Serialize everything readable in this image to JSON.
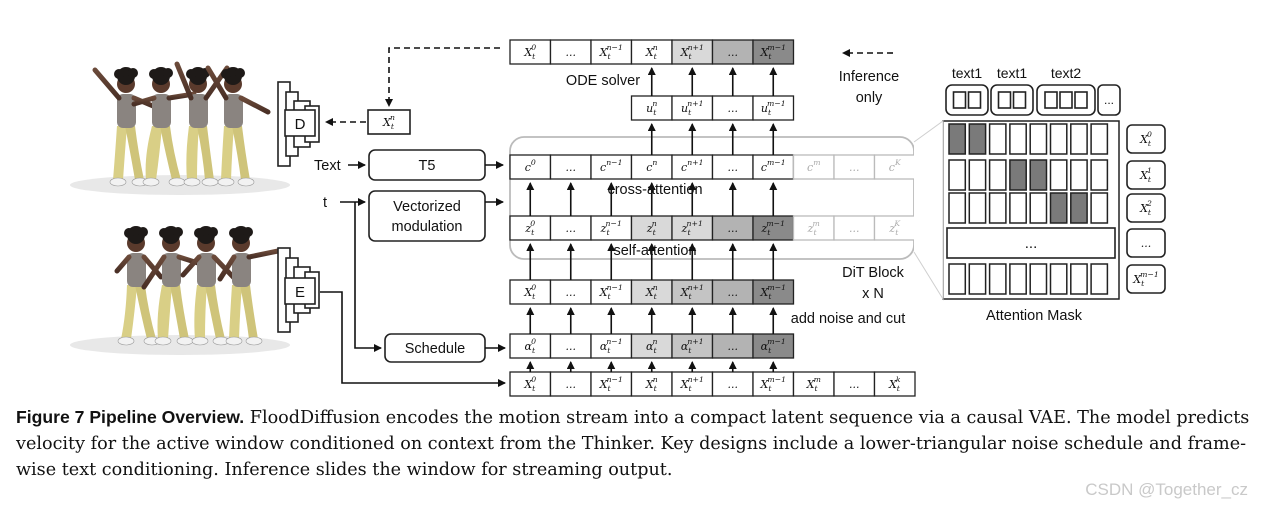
{
  "diagram": {
    "ode_solver": "ODE solver",
    "inference_only": [
      "Inference",
      "only"
    ],
    "decoder": "D",
    "encoder": "E",
    "text_input": "Text",
    "t_input": "t",
    "t5": "T5",
    "vectorized_modulation": [
      "Vectorized",
      "modulation"
    ],
    "schedule": "Schedule",
    "cross_attention": "cross-attention",
    "self_attention": "self-attention",
    "dit_block": [
      "DiT Block",
      "x N"
    ],
    "add_noise": "add noise and cut",
    "attention_mask": "Attention Mask",
    "text_labels": [
      "text1",
      "text1",
      "text2"
    ],
    "ellipsis": "...",
    "decoded_frame": {
      "base": "X",
      "sub": "t",
      "sup": "n"
    },
    "rows": {
      "output": [
        {
          "base": "X",
          "sub": "t",
          "sup": "0",
          "shade": "none"
        },
        {
          "base": "...",
          "shade": "none"
        },
        {
          "base": "X",
          "sub": "t",
          "sup": "n−1",
          "shade": "none"
        },
        {
          "base": "X",
          "sub": "t",
          "sup": "n",
          "shade": "none"
        },
        {
          "base": "X",
          "sub": "t",
          "sup": "n+1",
          "shade": "light"
        },
        {
          "base": "...",
          "shade": "mid"
        },
        {
          "base": "X",
          "sub": "t",
          "sup": "m−1",
          "shade": "dark"
        }
      ],
      "velocity": [
        {
          "base": "u",
          "sub": "t",
          "sup": "n",
          "shade": "none"
        },
        {
          "base": "u",
          "sub": "t",
          "sup": "n+1",
          "shade": "none"
        },
        {
          "base": "...",
          "shade": "none"
        },
        {
          "base": "u",
          "sub": "t",
          "sup": "m−1",
          "shade": "none"
        }
      ],
      "context": [
        {
          "base": "c",
          "sup": "0",
          "shade": "none"
        },
        {
          "base": "...",
          "shade": "none"
        },
        {
          "base": "c",
          "sup": "n−1",
          "shade": "none"
        },
        {
          "base": "c",
          "sup": "n",
          "shade": "none"
        },
        {
          "base": "c",
          "sup": "n+1",
          "shade": "none"
        },
        {
          "base": "...",
          "shade": "none"
        },
        {
          "base": "c",
          "sup": "m−1",
          "shade": "none"
        },
        {
          "base": "c",
          "sup": "m",
          "shade": "faded"
        },
        {
          "base": "...",
          "shade": "faded"
        },
        {
          "base": "c",
          "sup": "K",
          "shade": "faded"
        }
      ],
      "latent": [
        {
          "base": "z",
          "sub": "t",
          "sup": "0",
          "shade": "none"
        },
        {
          "base": "...",
          "shade": "none"
        },
        {
          "base": "z",
          "sub": "t",
          "sup": "n−1",
          "shade": "none"
        },
        {
          "base": "z",
          "sub": "t",
          "sup": "n",
          "shade": "light"
        },
        {
          "base": "z",
          "sub": "t",
          "sup": "n+1",
          "shade": "light"
        },
        {
          "base": "...",
          "shade": "mid"
        },
        {
          "base": "z",
          "sub": "t",
          "sup": "m−1",
          "shade": "dark"
        },
        {
          "base": "z",
          "sub": "t",
          "sup": "m",
          "shade": "faded"
        },
        {
          "base": "...",
          "shade": "faded"
        },
        {
          "base": "z",
          "sub": "t",
          "sup": "K",
          "shade": "faded"
        }
      ],
      "noisy": [
        {
          "base": "X",
          "sub": "t",
          "sup": "0",
          "shade": "none"
        },
        {
          "base": "...",
          "shade": "none"
        },
        {
          "base": "X",
          "sub": "t",
          "sup": "n−1",
          "shade": "none"
        },
        {
          "base": "X",
          "sub": "t",
          "sup": "n",
          "shade": "light"
        },
        {
          "base": "X",
          "sub": "t",
          "sup": "n+1",
          "shade": "lightmid"
        },
        {
          "base": "...",
          "shade": "mid"
        },
        {
          "base": "X",
          "sub": "t",
          "sup": "m−1",
          "shade": "dark"
        }
      ],
      "alpha": [
        {
          "base": "α",
          "sub": "t",
          "sup": "0",
          "shade": "none"
        },
        {
          "base": "...",
          "shade": "none"
        },
        {
          "base": "α",
          "sub": "t",
          "sup": "n−1",
          "shade": "none"
        },
        {
          "base": "α",
          "sub": "t",
          "sup": "n",
          "shade": "light"
        },
        {
          "base": "α",
          "sub": "t",
          "sup": "n+1",
          "shade": "lightmid"
        },
        {
          "base": "...",
          "shade": "mid"
        },
        {
          "base": "α",
          "sub": "t",
          "sup": "m−1",
          "shade": "dark"
        }
      ],
      "input": [
        {
          "base": "X",
          "sub": "t",
          "sup": "0",
          "shade": "none"
        },
        {
          "base": "...",
          "shade": "none"
        },
        {
          "base": "X",
          "sub": "t",
          "sup": "n−1",
          "shade": "none"
        },
        {
          "base": "X",
          "sub": "t",
          "sup": "n",
          "shade": "none"
        },
        {
          "base": "X",
          "sub": "t",
          "sup": "n+1",
          "shade": "none"
        },
        {
          "base": "...",
          "shade": "none"
        },
        {
          "base": "X",
          "sub": "t",
          "sup": "m−1",
          "shade": "none"
        },
        {
          "base": "X",
          "sub": "t",
          "sup": "m",
          "shade": "none"
        },
        {
          "base": "...",
          "shade": "none"
        },
        {
          "base": "X",
          "sub": "t",
          "sup": "k",
          "shade": "none"
        }
      ]
    },
    "mask_rows": [
      {
        "filled": [
          0,
          1
        ],
        "label": {
          "base": "X",
          "sub": "t",
          "sup": "0"
        }
      },
      {
        "filled": [
          3,
          4
        ],
        "label": {
          "base": "X",
          "sub": "t",
          "sup": "1"
        }
      },
      {
        "filled": [
          5,
          6
        ],
        "label": {
          "base": "X",
          "sub": "t",
          "sup": "2"
        }
      },
      {
        "dots": true,
        "label": {
          "base": "..."
        }
      },
      {
        "filled": [],
        "label": {
          "base": "X",
          "sub": "t",
          "sup": "m−1"
        }
      }
    ],
    "colors": {
      "light": "#d9d9d9",
      "lightmid": "#c4c4c4",
      "mid": "#b3b3b3",
      "dark": "#8a8a8a",
      "mask_fill": "#7a7a7a",
      "faded_stroke": "#bbbbbb"
    }
  },
  "caption": {
    "label": "Figure 7  Pipeline Overview.",
    "text": " FloodDiffusion encodes the motion stream into a compact latent sequence via a causal VAE. The model predicts velocity for the active window conditioned on context from the Thinker. Key designs include a lower-triangular noise schedule and frame-wise text conditioning. Inference slides the window for streaming output."
  },
  "watermark": "CSDN @Together_cz"
}
